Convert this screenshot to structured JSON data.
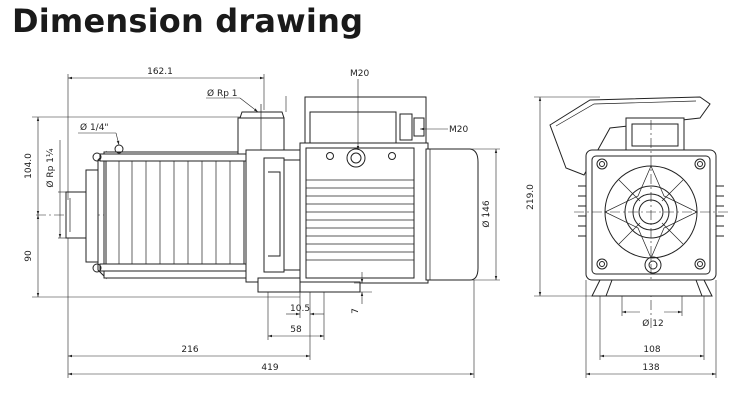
{
  "page_title": "Dimension drawing",
  "labels": {
    "d162_1": "162.1",
    "rp1": "Ø Rp 1",
    "m20_top": "M20",
    "m20_right": "M20",
    "quarter": "Ø 1/4\"",
    "d104": "104.0",
    "rp114": "Ø Rp 1¼",
    "d90": "90",
    "d146": "Ø 146",
    "d219": "219.0",
    "d10_5": "10.5",
    "d7": "7",
    "d58": "58",
    "d216": "216",
    "d419": "419",
    "d12": "Ø 12",
    "d108": "108",
    "d138": "138"
  }
}
